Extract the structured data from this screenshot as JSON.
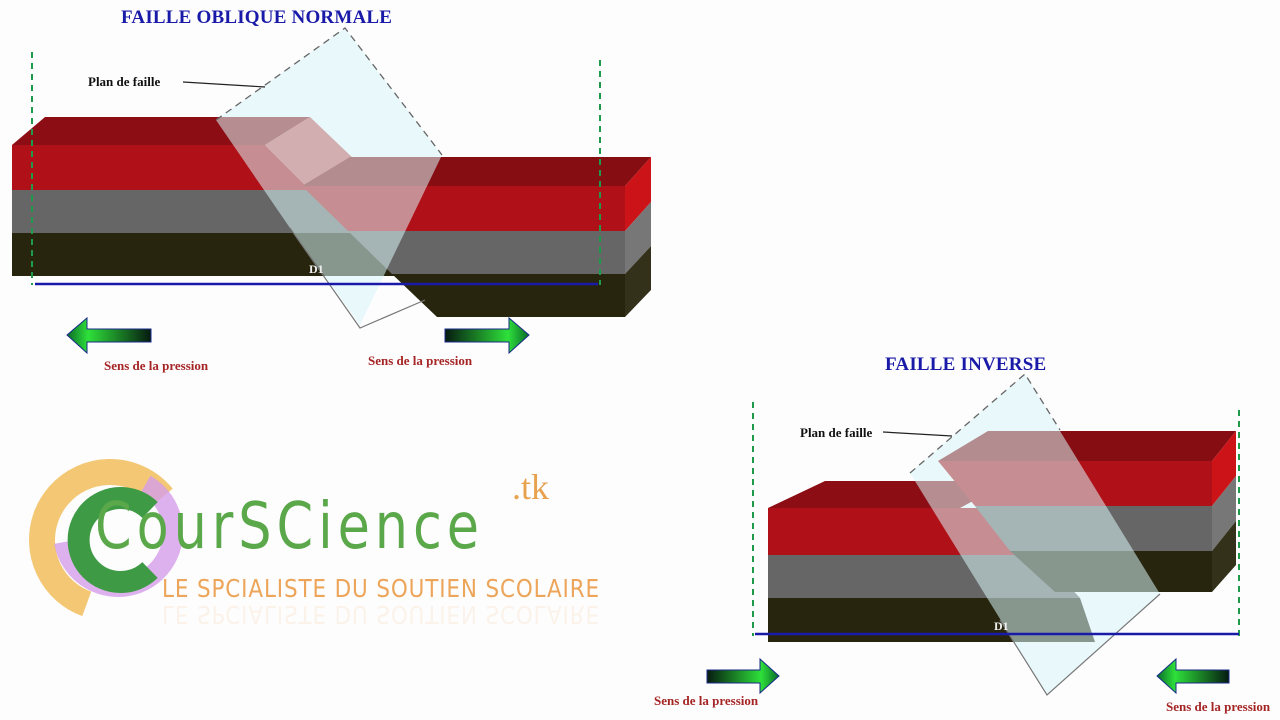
{
  "diagram_normal": {
    "title": "FAILLE OBLIQUE NORMALE",
    "fault_plane_label": "Plan de faille",
    "distance_label": "D1",
    "pressure_left": {
      "label": "Sens de la pression",
      "direction": "left"
    },
    "pressure_right": {
      "label": "Sens de la pression",
      "direction": "right"
    }
  },
  "diagram_reverse": {
    "title": "FAILLE INVERSE",
    "fault_plane_label": "Plan de faille",
    "distance_label": "D1",
    "pressure_left": {
      "label": "Sens de la pression",
      "direction": "right"
    },
    "pressure_right": {
      "label": "Sens de la pression",
      "direction": "left"
    }
  },
  "logo": {
    "name": "CourSCience",
    "tld": ".tk",
    "tagline": "LE SPCIALISTE DU SOUTIEN SCOLAIRE"
  },
  "colors": {
    "title": "#1a1aa8",
    "pressure_label": "#a52525",
    "layer_red": "#b01018",
    "layer_gray": "#666666",
    "layer_dark": "#27250e",
    "fault_plane": "#d8f6f8",
    "guide_line": "#1f9a4a",
    "distance_line": "#1a1aa8"
  }
}
